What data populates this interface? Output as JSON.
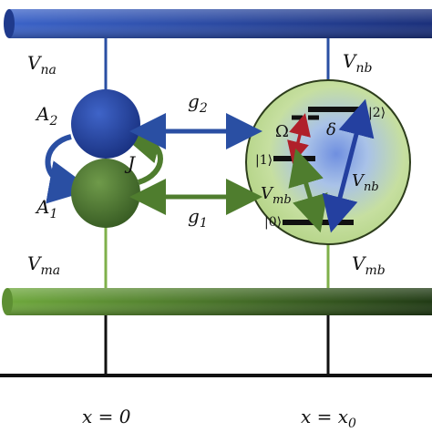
{
  "colors": {
    "blue_dark": "#1f3a8c",
    "blue_light": "#3f62c6",
    "green_dark": "#2e4f1e",
    "green_light": "#7fb04a",
    "arrow_blue": "#2a4fa3",
    "arrow_green": "#4f7d2e",
    "arrow_red": "#b0202a",
    "atom_fill": "#c9e0a0"
  },
  "labels": {
    "v_na": "V",
    "v_na_sub": "na",
    "v_nb": "V",
    "v_nb_sub": "nb",
    "v_ma": "V",
    "v_ma_sub": "ma",
    "v_mb_right": "V",
    "v_mb_right_sub": "mb",
    "a2": "A",
    "a2_sub": "2",
    "a1": "A",
    "a1_sub": "1",
    "j": "J",
    "g2": "g",
    "g2_sub": "2",
    "g1": "g",
    "g1_sub": "1",
    "omega": "Ω",
    "delta": "δ",
    "ket2": "|2⟩",
    "ket1": "|1⟩",
    "ket0": "|0⟩",
    "v_mb_inner": "V",
    "v_mb_inner_sub": "mb",
    "v_nb_inner": "V",
    "v_nb_inner_sub": "nb",
    "x0_left": "x = 0",
    "x0_right": "x = x",
    "x0_right_sub": "0"
  }
}
